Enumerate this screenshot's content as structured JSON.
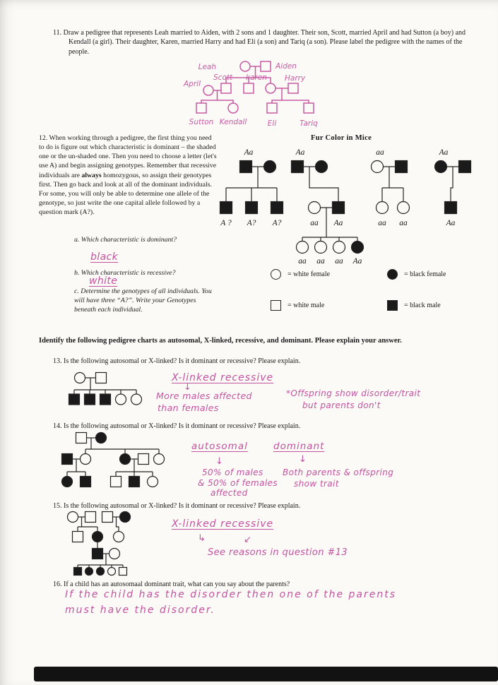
{
  "q11": {
    "text": "11.  Draw a pedigree that represents Leah married to Aiden, with 2 sons and 1 daughter. Their son, Scott, married April and had Sutton (a boy) and Kendall (a girl). Their daughter, Karen, married Harry and had Eli (a son) and Tariq (a son). Please label the pedigree with the names of the people.",
    "names": {
      "leah": "Leah",
      "aiden": "Aiden",
      "april": "April",
      "scott": "Scott",
      "karen": "karen",
      "harry": "Harry",
      "sutton": "Sutton",
      "kendall": "Kendall",
      "eli": "Eli",
      "tariq": "Tariq"
    }
  },
  "q12": {
    "text_before_bold": "12. When working through a pedigree, the first thing you need to do is figure out which characteristic is dominant – the shaded one or the un-shaded one. Then you need to choose a letter (let's use A) and begin assigning genotypes. Remember that recessive individuals are ",
    "text_bold": "always",
    "text_after_bold": " homozygous, so assign their genotypes first. Then go back and look at all of the dominant individuals. For some, you will only be able to determine one allele of the genotype, so just write the one capital allele followed by a question mark (A?).",
    "sub_a": "a. Which characteristic is dominant?",
    "answer_a": "black",
    "sub_b": "b. Which characteristic is recessive?",
    "answer_b": "white",
    "sub_c": "c. Determine the genotypes of all individuals. You will have three “A?”. Write your Genotypes beneath each individual.",
    "chart": {
      "title": "Fur Color in Mice",
      "gen1_labels": [
        "Aa",
        "Aa",
        "aa",
        "Aa"
      ],
      "gen2_labels": [
        "A ?",
        "A?",
        "A?",
        "aa",
        "Aa",
        "aa",
        "aa",
        "Aa"
      ],
      "gen3_labels": [
        "aa",
        "aa",
        "aa",
        "Aa"
      ],
      "legend": {
        "white_female": "= white female",
        "black_female": "= black female",
        "white_male": "= white male",
        "black_male": "= black male"
      }
    }
  },
  "section_header": "Identify the following pedigree charts as autosomal, X-linked, recessive, and dominant. Please explain your answer.",
  "q13": {
    "text": "13.  Is the following autosomal or X-linked? Is it dominant or recessive? Please explain.",
    "answer_main": "X-linked recessive",
    "arrow": "↓",
    "left_note_1": "More males affected",
    "left_note_2": "than females",
    "right_note_1": "*Offspring show disorder/trait",
    "right_note_2": "but parents don't"
  },
  "q14": {
    "text": "14.  Is the following autosomal or X-linked? Is it dominant or recessive? Please explain.",
    "answer_word_1": "autosomal",
    "answer_word_2": "dominant",
    "arrow_1": "↓",
    "arrow_2": "↓",
    "left_note_1": "50% of males",
    "left_note_2": "& 50% of females",
    "left_note_3": "affected",
    "right_note_1": "Both parents & offspring",
    "right_note_2": "show trait"
  },
  "q15": {
    "text": "15.  Is the following autosomal or X-linked? Is it dominant or recessive? Please explain.",
    "answer_main": "X-linked recessive",
    "arrow_1": "↳",
    "arrow_2": "↙",
    "note": "See reasons in question #13"
  },
  "q16": {
    "text": "16.  If a child has an autosomaal dominant trait, what can you say about the parents?",
    "answer_line_1": "If the child has the disorder then one of the parents",
    "answer_line_2": "must have the disorder."
  }
}
